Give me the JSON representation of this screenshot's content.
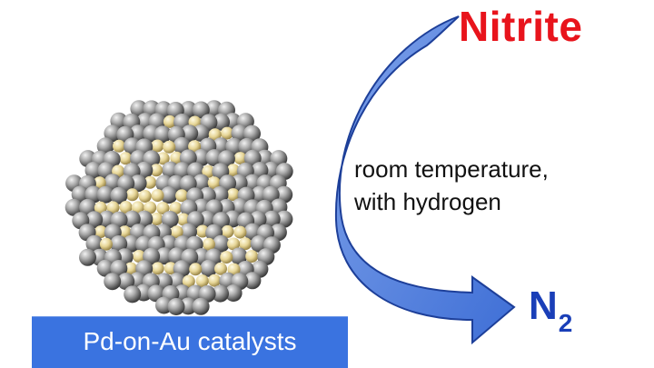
{
  "reactant": {
    "label": "Nitrite",
    "color": "#e8141c"
  },
  "conditions": {
    "line1": "room temperature,",
    "line2": "with hydrogen"
  },
  "product": {
    "symbol": "N",
    "subscript": "2",
    "color": "#1a3fb8"
  },
  "catalyst": {
    "label": "Pd-on-Au catalysts",
    "box_color": "#3a73e0"
  },
  "nanoparticle": {
    "shell_color": "#9a9a9a",
    "core_color": "#e8d79a"
  },
  "arrow": {
    "fill_color": "#5b86dd",
    "stroke_color": "#1d3f99"
  }
}
